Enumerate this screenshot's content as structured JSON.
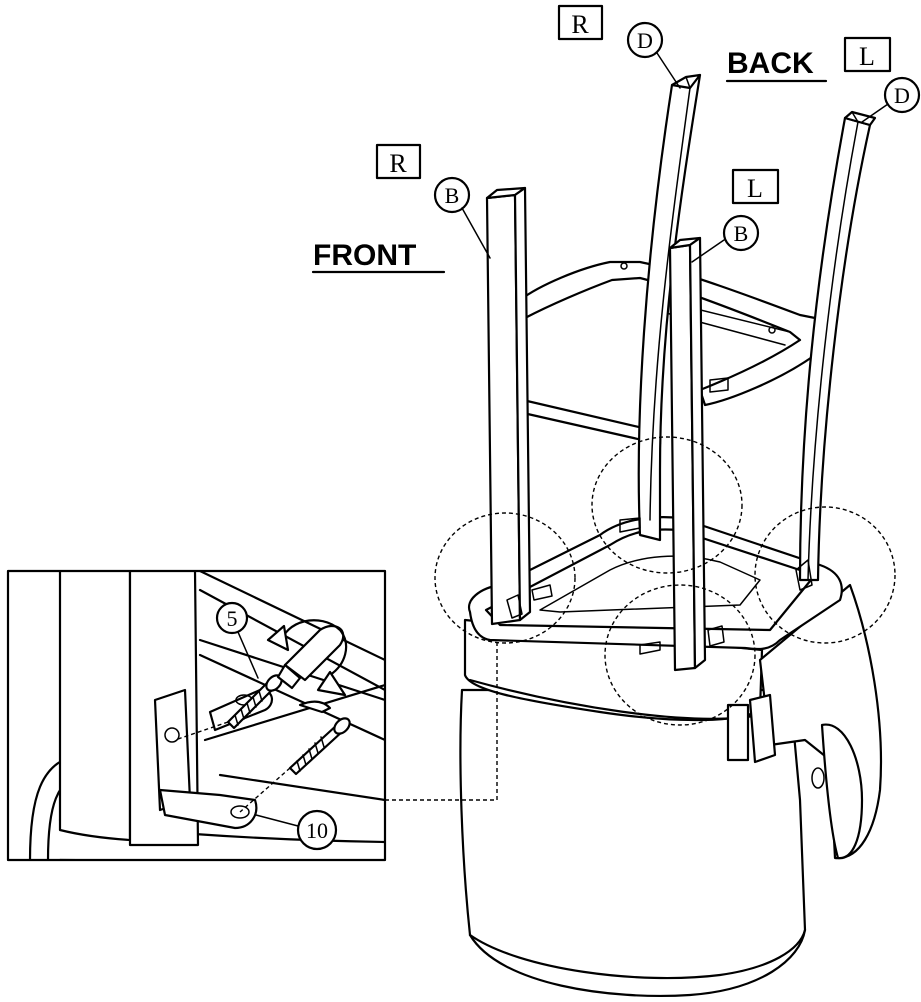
{
  "labels": {
    "front": "FRONT",
    "back": "BACK",
    "front_right_leg_box": "R",
    "front_right_leg_part": "B",
    "front_left_leg_box": "L",
    "front_left_leg_part": "B",
    "back_right_leg_box": "R",
    "back_right_leg_part": "D",
    "back_left_leg_box": "L",
    "back_left_leg_part": "D"
  },
  "detail": {
    "screw_part": "5",
    "bracket_part": "10"
  },
  "colors": {
    "line": "#000000",
    "background": "#ffffff"
  },
  "icons": [
    "screwdriver-icon",
    "rotate-arrow-icon",
    "screw-icon"
  ]
}
